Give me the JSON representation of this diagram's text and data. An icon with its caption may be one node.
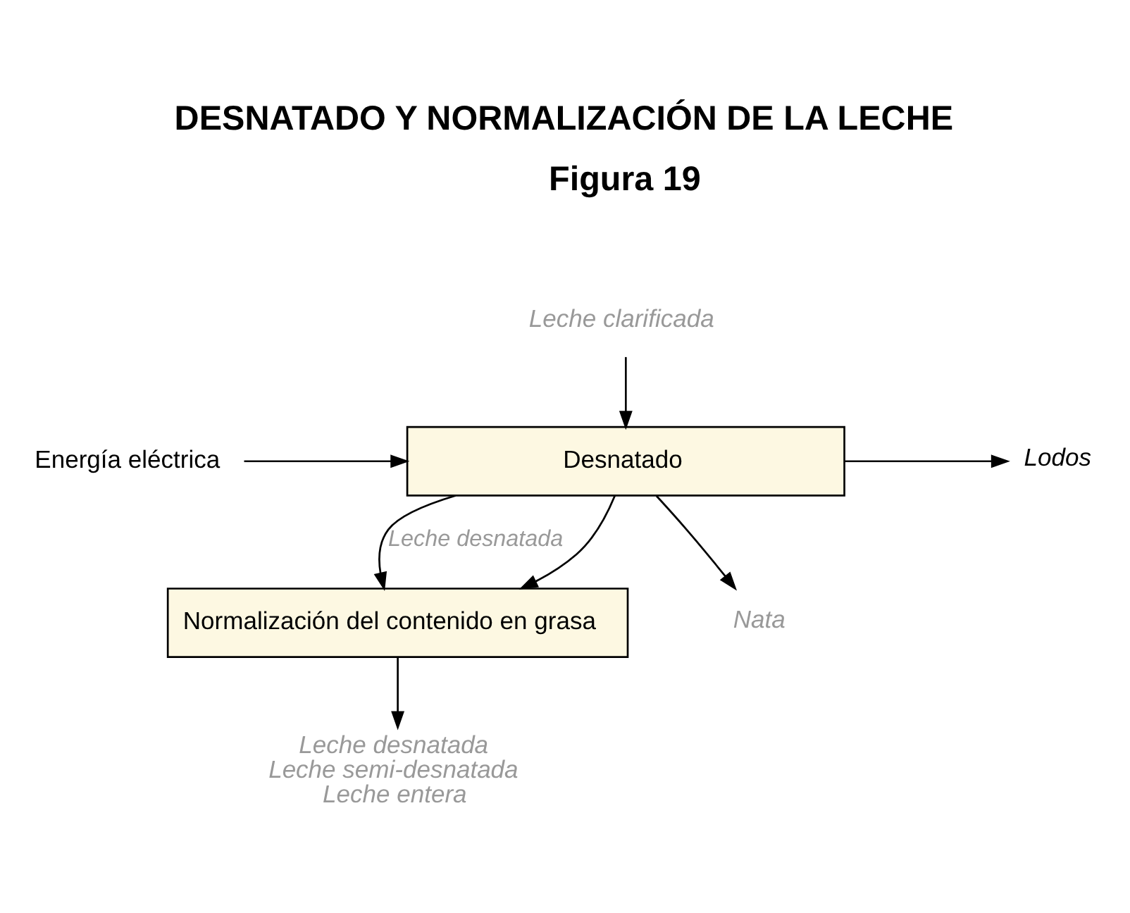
{
  "diagram": {
    "title": "DESNATADO Y NORMALIZACIÓN DE LA LECHE",
    "nodes": [
      {
        "text": [
          "Leche clarificada"
        ]
      },
      {
        "text": [
          "Energía eléctrica"
        ]
      },
      {
        "text": [
          "Desnatado"
        ]
      },
      {
        "text": [
          "Lodos"
        ]
      },
      {
        "text": [
          "Normalización del contenido en grasa"
        ]
      },
      {
        "text": [
          "Nata"
        ]
      },
      {
        "text": [
          "Leche desnatada",
          "Leche semi-desnatada",
          "Leche entera"
        ]
      }
    ],
    "edges": [
      {
        "from": 0,
        "to": 2,
        "arrow": "to"
      },
      {
        "from": 1,
        "to": 2,
        "arrow": "to"
      },
      {
        "from": 2,
        "to": 3,
        "arrow": "to"
      },
      {
        "from": 2,
        "to": 4,
        "arrow": "to",
        "label": "Leche desnatada"
      },
      {
        "from": 2,
        "to": 5,
        "arrow": "to"
      },
      {
        "from": 2,
        "to": 4,
        "arrow": "to"
      },
      {
        "from": 4,
        "to": 6,
        "arrow": "to"
      }
    ],
    "labels": [
      "Figura 19"
    ]
  }
}
